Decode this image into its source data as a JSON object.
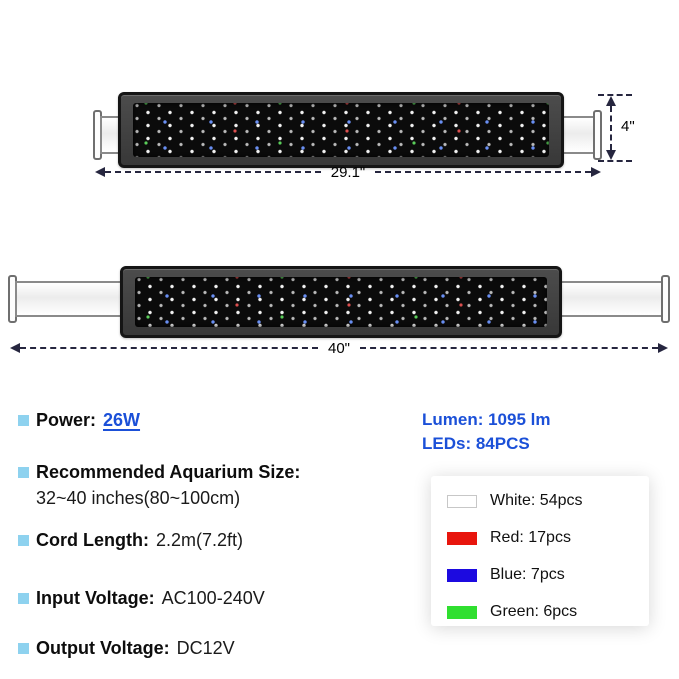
{
  "diagram": {
    "top_fixture": {
      "width_label": "29.1\"",
      "height_label": "4\""
    },
    "bottom_fixture": {
      "width_label": "40\""
    }
  },
  "specs": [
    {
      "label": "Power:",
      "value": "26W"
    },
    {
      "label": "Recommended Aquarium Size:",
      "value": "32~40 inches(80~100cm)"
    },
    {
      "label": "Cord Length:",
      "value": "2.2m(7.2ft)"
    },
    {
      "label": "Input Voltage:",
      "value": "AC100-240V"
    },
    {
      "label": "Output Voltage:",
      "value": "DC12V"
    }
  ],
  "led_summary": {
    "lumen": "Lumen: 1095 lm",
    "led_count": "LEDs: 84PCS"
  },
  "led_legend": {
    "items": [
      {
        "name": "white",
        "swatch": "#ffffff",
        "label": "White: 54pcs"
      },
      {
        "name": "red",
        "swatch": "#e8150d",
        "label": "Red: 17pcs"
      },
      {
        "name": "blue",
        "swatch": "#1c0ae0",
        "label": "Blue: 7pcs"
      },
      {
        "name": "green",
        "swatch": "#30df30",
        "label": "Green: 6pcs"
      }
    ]
  },
  "colors": {
    "accent_blue": "#1b50d8",
    "bullet_blue": "#8ed2ef",
    "dimension_line": "#26263f",
    "housing_dark": "#3d3d3d"
  }
}
